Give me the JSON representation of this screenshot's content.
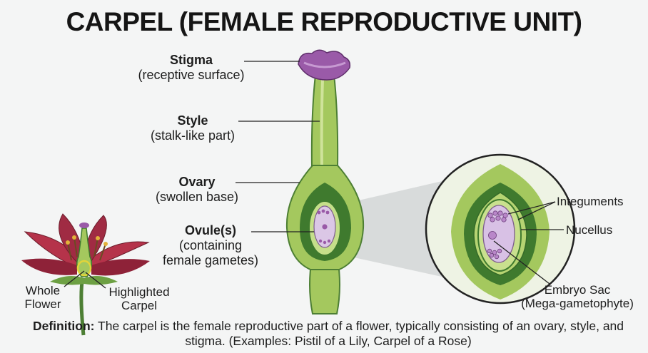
{
  "title": "CARPEL (FEMALE REPRODUCTIVE UNIT)",
  "labels": {
    "stigma": {
      "name": "Stigma",
      "desc": "(receptive surface)"
    },
    "style": {
      "name": "Style",
      "desc": "(stalk-like part)"
    },
    "ovary": {
      "name": "Ovary",
      "desc": "(swollen base)"
    },
    "ovule": {
      "name": "Ovule(s)",
      "desc1": "(containing",
      "desc2": "female gametes)"
    }
  },
  "inset_labels": {
    "integuments": "Integuments",
    "nucellus": "Nucellus",
    "embryo_sac": "Embryo Sac",
    "embryo_sac_note": "(Mega-gametophyte)"
  },
  "flower_labels": {
    "whole_1": "Whole",
    "whole_2": "Flower",
    "highlight_1": "Highlighted",
    "highlight_2": "Carpel"
  },
  "definition": {
    "term": "Definition:",
    "text": "The carpel is the female reproductive part of a flower, typically consisting of an ovary, style, and stigma. (Examples: Pistil of a Lily, Carpel of a Rose)"
  },
  "colors": {
    "carpel_green": "#9cc25a",
    "dark_green": "#3f7a2e",
    "stigma_purple": "#9a5aa8",
    "petal_red": "#b5334a",
    "embryo_lilac": "#d3b7e0"
  }
}
